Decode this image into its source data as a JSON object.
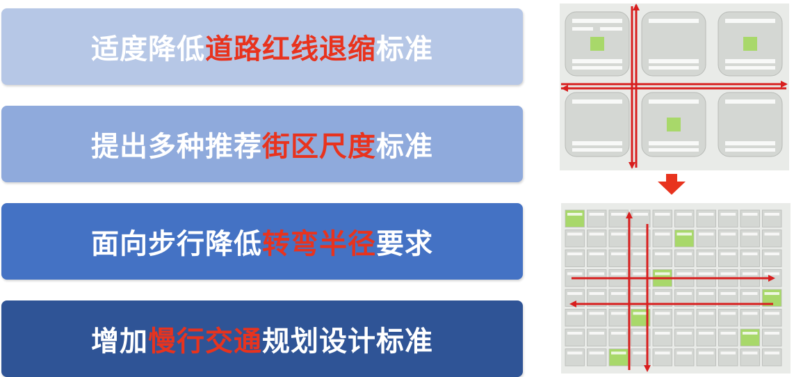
{
  "items": [
    {
      "before": "适度降低",
      "highlight": "道路红线退缩",
      "after": "标准"
    },
    {
      "before": "提出多种推荐",
      "highlight": "街区尺度",
      "after": "标准"
    },
    {
      "before": "面向步行降低",
      "highlight": "转弯半径",
      "after": "要求"
    },
    {
      "before": "增加",
      "highlight": "慢行交通",
      "after": "规划设计标准"
    }
  ],
  "colors": {
    "bar1": "#b6c7e6",
    "bar2": "#8faadc",
    "bar3": "#4472c4",
    "bar4": "#2f5496",
    "highlight": "#e8331e",
    "route": "#d81e1e",
    "green_space": "#a8d86a"
  },
  "images": {
    "top": "superblock-plan-map",
    "bottom": "small-grid-block-plan-map",
    "arrow": "down-arrow-icon"
  }
}
